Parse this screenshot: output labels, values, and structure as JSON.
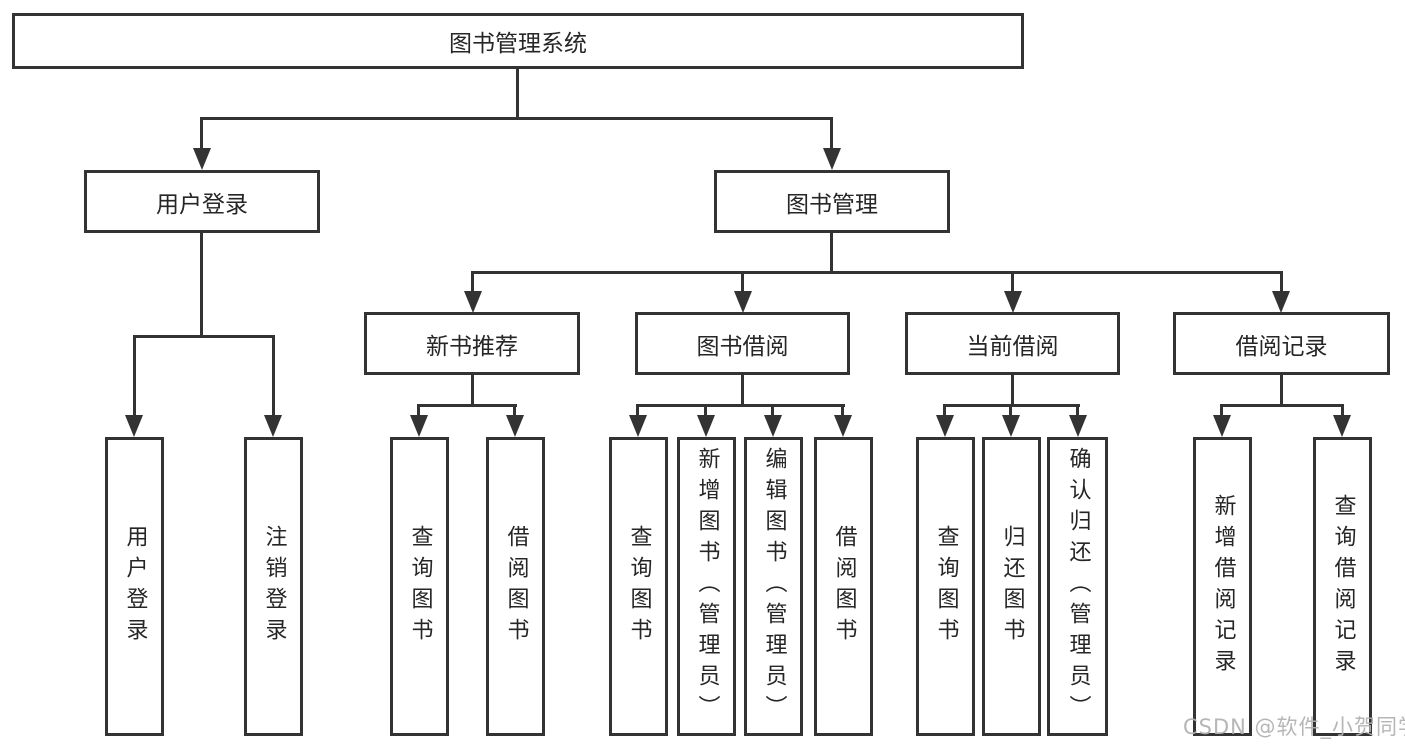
{
  "tree": {
    "label": "图书管理系统",
    "children": [
      {
        "label": "用户登录",
        "children": [
          {
            "label": "用户登录"
          },
          {
            "label": "注销登录"
          }
        ]
      },
      {
        "label": "图书管理",
        "children": [
          {
            "label": "新书推荐",
            "children": [
              {
                "label": "查询图书"
              },
              {
                "label": "借阅图书"
              }
            ]
          },
          {
            "label": "图书借阅",
            "children": [
              {
                "label": "查询图书"
              },
              {
                "label": "新增图书（管理员）"
              },
              {
                "label": "编辑图书（管理员）"
              },
              {
                "label": "借阅图书"
              }
            ]
          },
          {
            "label": "当前借阅",
            "children": [
              {
                "label": "查询图书"
              },
              {
                "label": "归还图书"
              },
              {
                "label": "确认归还（管理员）"
              }
            ]
          },
          {
            "label": "借阅记录",
            "children": [
              {
                "label": "新增借阅记录"
              },
              {
                "label": "查询借阅记录"
              }
            ]
          }
        ]
      }
    ]
  },
  "watermark": {
    "text": "CSDN @软件_小贺同学"
  },
  "colors": {
    "line": "#333333",
    "text": "#262626",
    "box_background": "#ffffff",
    "watermark": "#b2b2b2",
    "page_background": "#ffffff"
  }
}
